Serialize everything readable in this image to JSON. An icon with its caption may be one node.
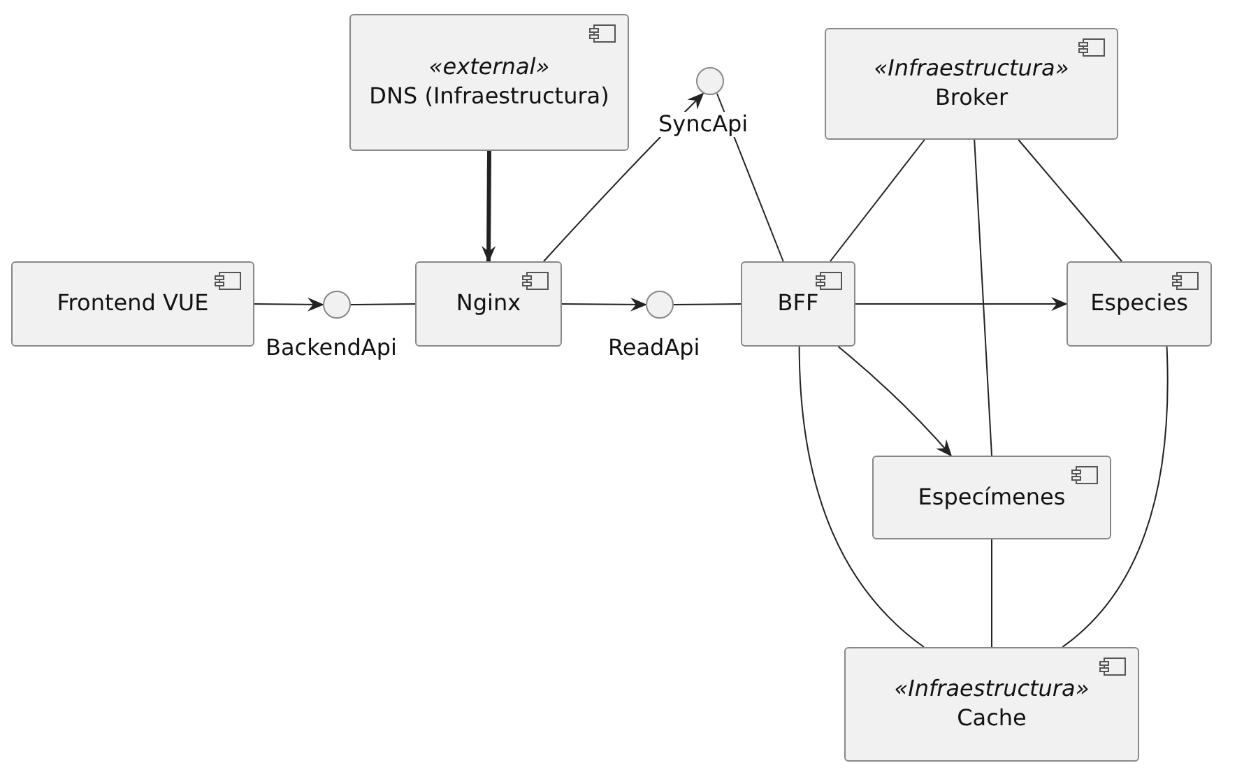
{
  "diagram": {
    "nodes": [
      {
        "text": [
          "«external»",
          "DNS (Infraestructura)"
        ]
      },
      {
        "text": [],
        "shape": "circle",
        "beside": [
          "SyncApi"
        ]
      },
      {
        "text": [
          "«Infraestructura»",
          "Broker"
        ]
      },
      {
        "text": [
          "Frontend VUE"
        ]
      },
      {
        "text": [],
        "shape": "circle",
        "beside": [
          "BackendApi"
        ]
      },
      {
        "text": [
          "Nginx"
        ]
      },
      {
        "text": [],
        "shape": "circle",
        "beside": [
          "ReadApi"
        ]
      },
      {
        "text": [
          "BFF"
        ]
      },
      {
        "text": [
          "Especies"
        ]
      },
      {
        "text": [
          "Especímenes"
        ]
      },
      {
        "text": [
          "«Infraestructura»",
          "Cache"
        ]
      }
    ],
    "edges": [
      {
        "from": 0,
        "to": 5,
        "arrow": "to",
        "style": "thick"
      },
      {
        "from": 3,
        "to": 4,
        "arrow": "to"
      },
      {
        "from": 4,
        "to": 5,
        "arrow": "none"
      },
      {
        "from": 5,
        "to": 6,
        "arrow": "to"
      },
      {
        "from": 6,
        "to": 7,
        "arrow": "none"
      },
      {
        "from": 5,
        "to": 1,
        "arrow": "to"
      },
      {
        "from": 1,
        "to": 7,
        "arrow": "none"
      },
      {
        "from": 2,
        "to": 7,
        "arrow": "none"
      },
      {
        "from": 2,
        "to": 9,
        "arrow": "none"
      },
      {
        "from": 2,
        "to": 8,
        "arrow": "none"
      },
      {
        "from": 7,
        "to": 8,
        "arrow": "to"
      },
      {
        "from": 7,
        "to": 9,
        "arrow": "to"
      },
      {
        "from": 7,
        "to": 10,
        "arrow": "none"
      },
      {
        "from": 9,
        "to": 10,
        "arrow": "none"
      },
      {
        "from": 8,
        "to": 10,
        "arrow": "none"
      }
    ]
  }
}
